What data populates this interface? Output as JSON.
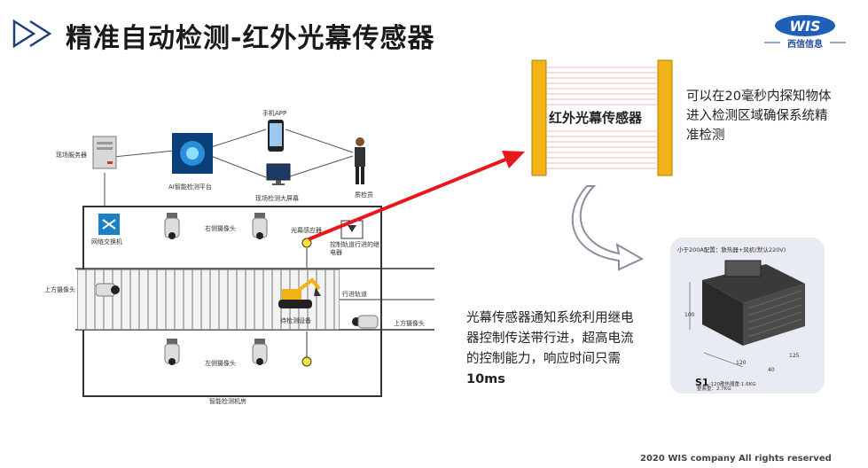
{
  "header": {
    "title": "精准自动检测-红外光幕传感器",
    "logo_text": "WIS",
    "logo_name": "西信信息"
  },
  "diagram": {
    "field_server": "现场服务器",
    "ai_platform": "AI智能检测平台",
    "phone_app": "手机APP",
    "big_screen": "现场检测大屏幕",
    "inspector": "质检员",
    "network_switch": "网络交换机",
    "right_camera": "右侧摄像头",
    "light_curtain": "光幕感应器",
    "control_relay": "控制轨道行进的继电器",
    "top_camera_left": "上方摄像头",
    "top_camera_right": "上方摄像头",
    "track": "行进轨道",
    "device_under_test": "待检测设备",
    "left_camera": "左侧摄像头",
    "room": "智能检测机房"
  },
  "light_curtain_panel": {
    "label": "红外光幕传感器",
    "description": "可以在20毫秒内探知物体进入检测区域确保系统精准检测"
  },
  "relay": {
    "description_prefix": "光幕传感器通知系统利用继电器控制传送带行进，超高电流的控制能力，响应时间只需",
    "description_bold": "10ms",
    "card_header": "小于200A配置：散热器+风机(默认220V)",
    "model": "S1",
    "model_spec": "-120散热器重:1.6KG",
    "weight": "整套重：2.7KG",
    "dim_height": "100",
    "dim_width": "120",
    "dim_depth": "125",
    "dim_40": "40"
  },
  "footer": {
    "copyright": "2020 WIS company All rights reserved"
  },
  "colors": {
    "accent_red": "#e8171c",
    "curtain_yellow": "#f2b316",
    "logo_blue": "#1f5fb8"
  }
}
